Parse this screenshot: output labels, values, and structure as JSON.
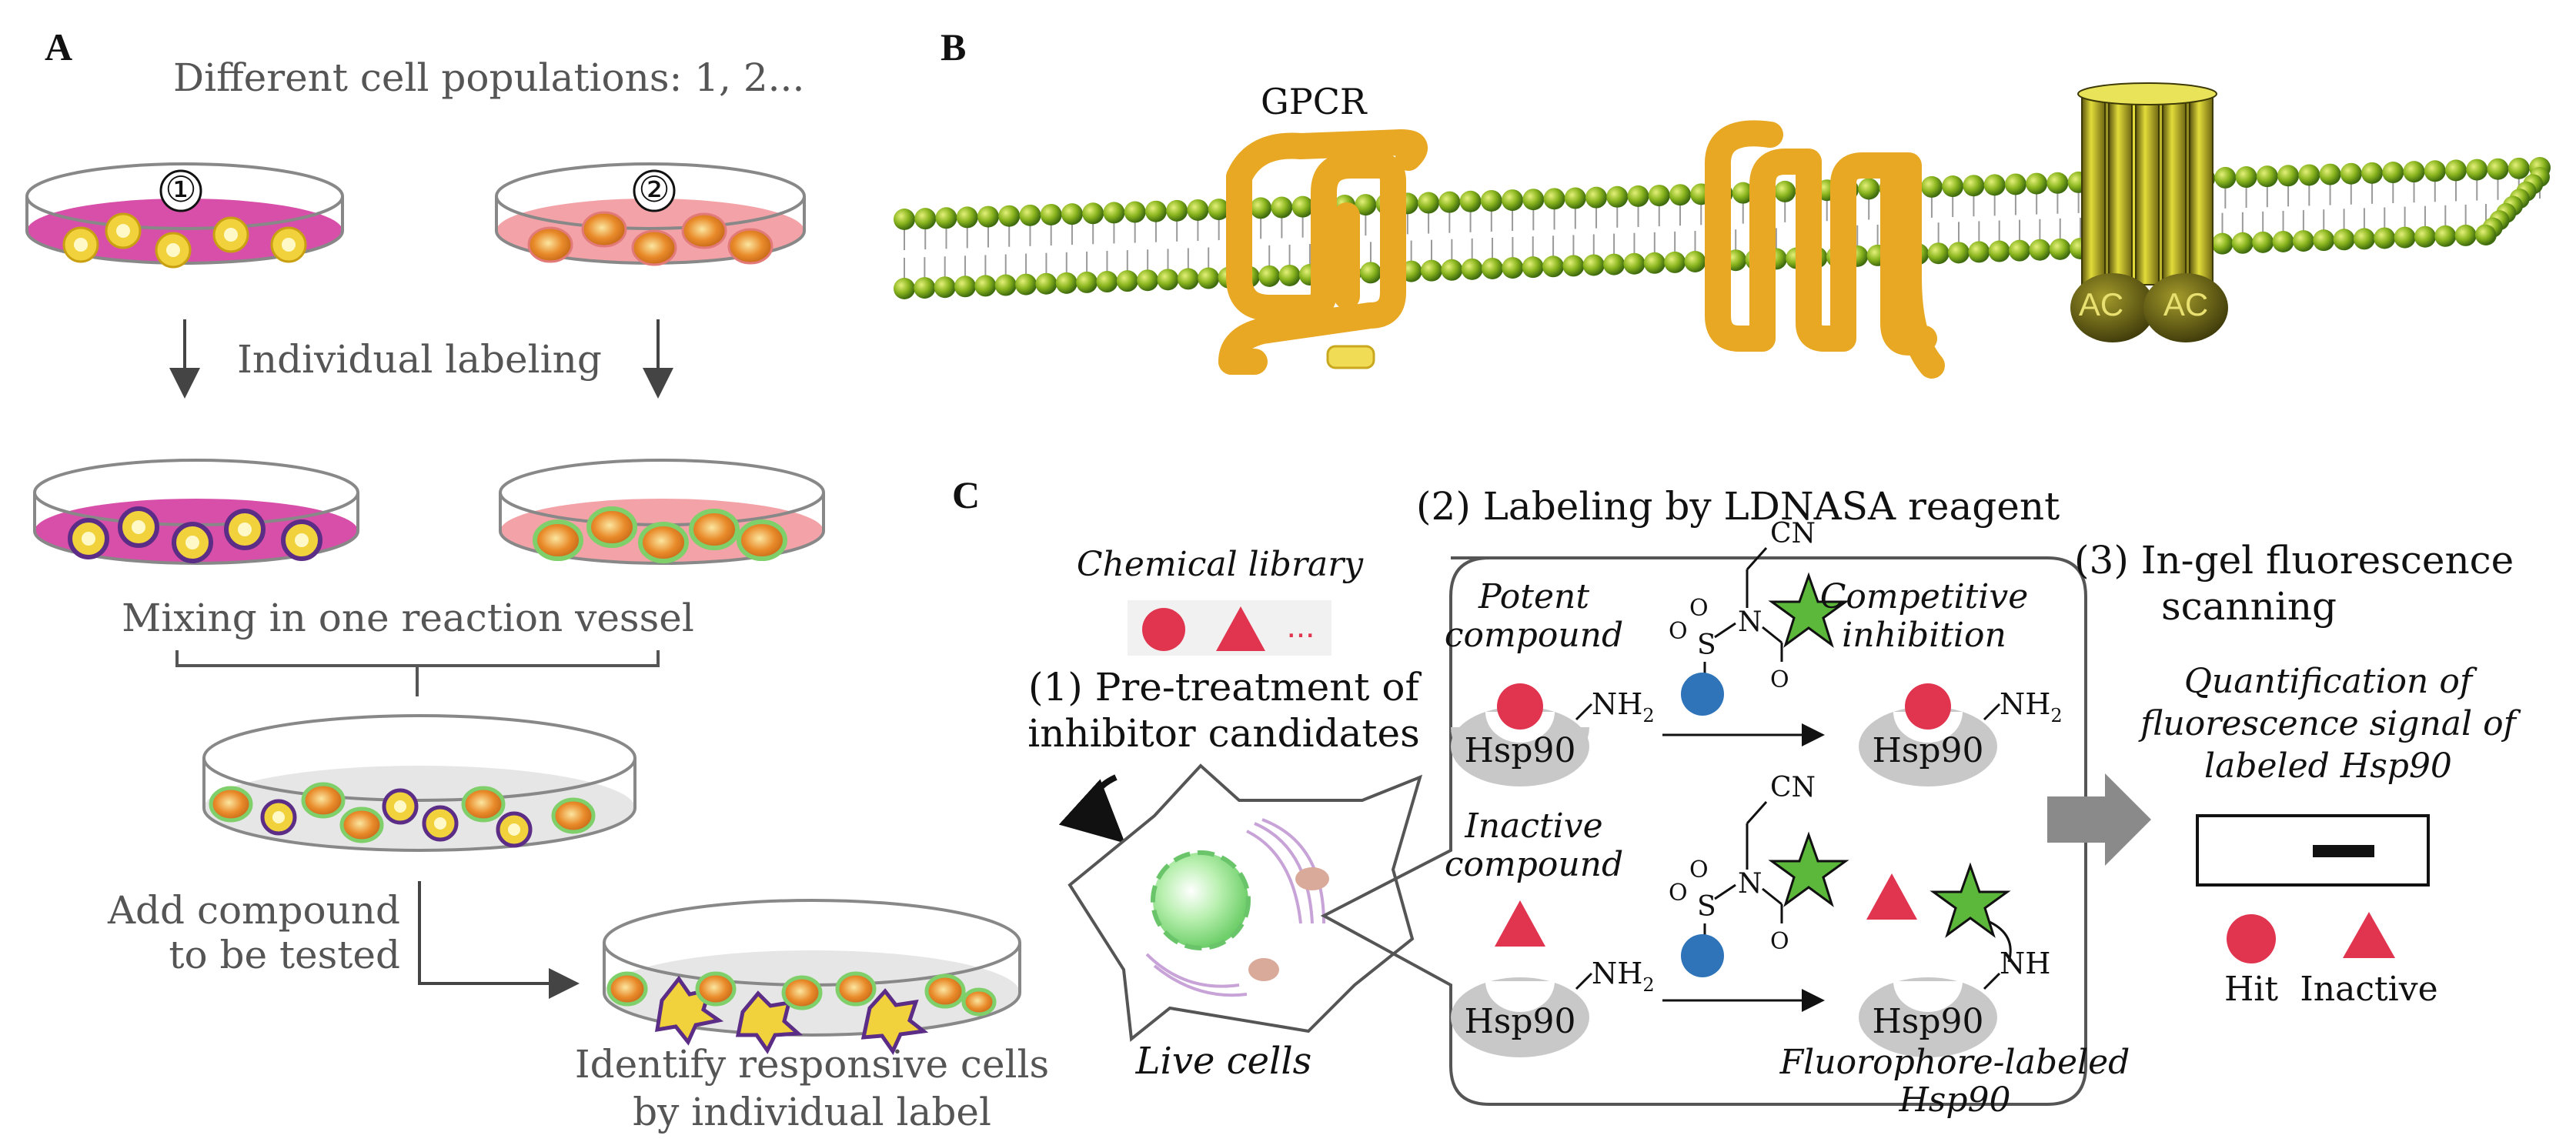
{
  "panel_a": {
    "label": "A",
    "title": "Different cell populations: 1, 2...",
    "dish_1_marker": "①",
    "dish_2_marker": "②",
    "individual_labeling": "Individual labeling",
    "mixing": "Mixing in one reaction vessel",
    "add_compound_line1": "Add compound",
    "add_compound_line2": "to be tested",
    "identify_line1": "Identify responsive cells",
    "identify_line2": "by individual label"
  },
  "panel_b": {
    "label": "B",
    "gpcr": "GPCR",
    "ac1": "AC",
    "ac2": "AC"
  },
  "panel_c": {
    "label": "C",
    "step2_title": "(2) Labeling by LDNASA reagent",
    "chemical_library": "Chemical library",
    "library_dots": "...",
    "pretreat_line1": "(1) Pre-treatment of",
    "pretreat_line2": "inhibitor candidates",
    "live_cells": "Live cells",
    "potent_line1": "Potent",
    "potent_line2": "compound",
    "inactive_line1": "Inactive",
    "inactive_line2": "compound",
    "competitive_line1": "Competitive",
    "competitive_line2": "inhibition",
    "hsp90": "Hsp90",
    "nh2": "NH",
    "nh2_sub": "2",
    "nh": "NH",
    "cn": "CN",
    "n_atom": "N",
    "s_atom": "S",
    "o_atom": "O",
    "fluor_line1": "Fluorophore-labeled",
    "fluor_line2": "Hsp90",
    "step3_line1": "(3) In-gel fluorescence",
    "step3_line2": "scanning",
    "quant_line1": "Quantification of",
    "quant_line2": "fluorescence signal of",
    "quant_line3": "labeled Hsp90",
    "hit": "Hit",
    "inactive": "Inactive"
  },
  "colors": {
    "magenta_medium": "#d74fa8",
    "pink_medium": "#f3a3a8",
    "membrane_green": "#7fb21f",
    "gpcr_orange": "#e8a823",
    "ac_yellow": "#c9c21a",
    "hit_red": "#e0344f",
    "probe_blue": "#2f73b8",
    "star_green": "#5cb83a",
    "hsp90_gray": "#c8c8c8",
    "arrow_gray": "#8a8a8a"
  }
}
